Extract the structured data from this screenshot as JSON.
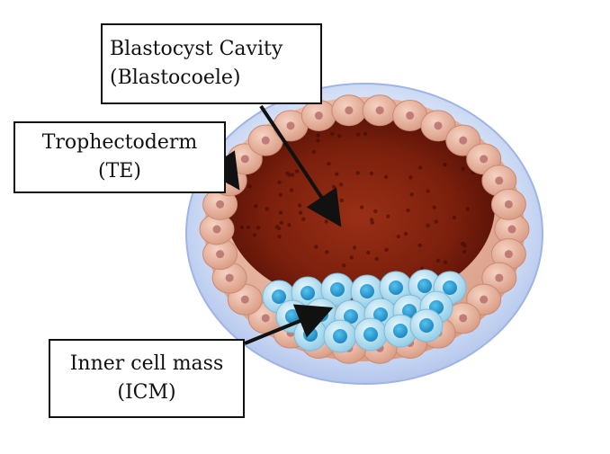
{
  "labels": {
    "cavity": {
      "line1": "Blastocyst Cavity",
      "line2": "(Blastocoele)"
    },
    "trophectoderm": {
      "line1": "Trophectoderm",
      "line2": "(TE)"
    },
    "icm": {
      "line1": "Inner cell mass",
      "line2": "(ICM)"
    }
  },
  "colors": {
    "zona_outer": "#c9d8f3",
    "zona_edge": "#9fb4e6",
    "te_cell": "#e8b49d",
    "te_nucleus": "#b36a6a",
    "cavity_dark": "#5a1008",
    "cavity_mid": "#8a2a14",
    "icm_cell": "#a9dcef",
    "icm_nucleus": "#2aa2d6",
    "arrow": "#111111"
  }
}
